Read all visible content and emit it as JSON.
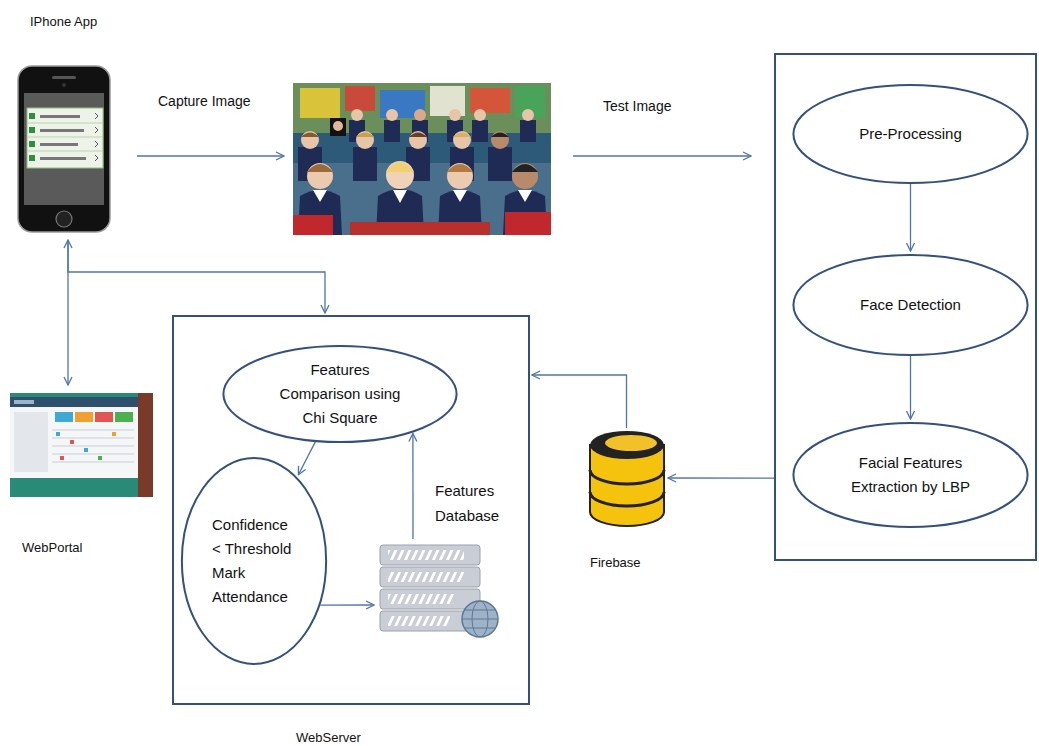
{
  "diagram": {
    "nodes": [
      {
        "text": [
          "IPhone App"
        ]
      },
      {
        "text": []
      },
      {
        "text": [
          "Pre-Processing"
        ],
        "in": 1
      },
      {
        "text": [
          "Face Detection"
        ],
        "in": 1
      },
      {
        "text": [
          "Facial Features Extraction by LBP"
        ],
        "in": 1
      },
      {
        "text": [
          "WebServer"
        ]
      },
      {
        "text": [
          "Features Comparison using Chi Square"
        ],
        "in": 5
      },
      {
        "text": [
          "Confidence < Threshold Mark Attendance"
        ],
        "in": 5
      },
      {
        "text": [
          "Features Database"
        ],
        "in": 5
      },
      {
        "text": [
          "Firebase"
        ]
      },
      {
        "text": [
          "WebPortal"
        ]
      }
    ],
    "edges": [
      {
        "from": 2,
        "to": 3,
        "arrow": "to"
      },
      {
        "from": 3,
        "to": 4,
        "arrow": "to"
      },
      {
        "from": 1,
        "to": 9,
        "arrow": "to"
      },
      {
        "from": 9,
        "to": 5,
        "arrow": "to"
      },
      {
        "from": 6,
        "to": 7,
        "arrow": "to"
      },
      {
        "from": 7,
        "to": 8,
        "arrow": "to"
      },
      {
        "from": 8,
        "to": 6,
        "arrow": "to"
      },
      {
        "from": 0,
        "to": 10,
        "arrow": "both"
      },
      {
        "from": 0,
        "to": 5,
        "arrow": "to"
      }
    ],
    "labels": [
      "Capture Image",
      "Test Image"
    ]
  }
}
